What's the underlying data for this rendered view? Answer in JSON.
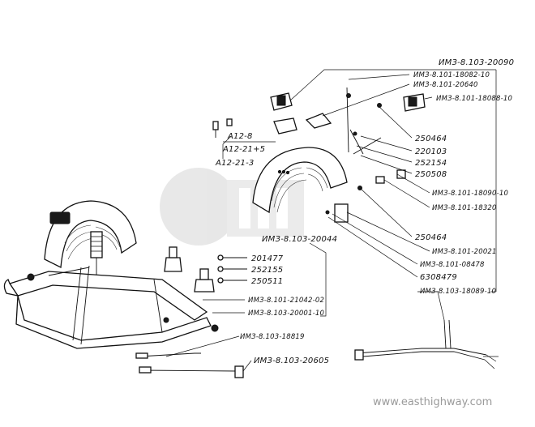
{
  "labels": {
    "imz_20090": "ИМЗ-8.103-20090",
    "imz_18082": "ИМЗ-8.101-18082-10",
    "imz_20640": "ИМЗ-8.101-20640",
    "imz_18088": "ИМЗ-8.101-18088-10",
    "n250464a": "250464",
    "n220103": "220103",
    "n252154": "252154",
    "n250508": "250508",
    "imz_18090": "ИМЗ-8.101-18090-10",
    "imz_18320": "ИМЗ-8.101-18320",
    "n250464b": "250464",
    "imz_20021": "ИМЗ-8.101-20021",
    "imz_08478": "ИМЗ-8.101-08478",
    "n6308479": "6308479",
    "imz_18089": "ИМЗ-8.103-18089-10",
    "a12_8": "А12-8",
    "a12_21_5": "А12-21+5",
    "a12_21_3": "А12-21-3",
    "imz_20044": "ИМЗ-8.103-20044",
    "n201477": "201477",
    "n252155": "252155",
    "n250511": "250511",
    "imz_21042": "ИМЗ-8.101-21042-02",
    "imz_20001": "ИМЗ-8.103-20001-10",
    "imz_18819": "ИМЗ-8.103-18819",
    "imz_20605": "ИМЗ-8.103-20605"
  },
  "watermark": {
    "url": "www.easthighway.com"
  },
  "colors": {
    "ink": "#111111",
    "watermark": "#9a9a9a"
  }
}
